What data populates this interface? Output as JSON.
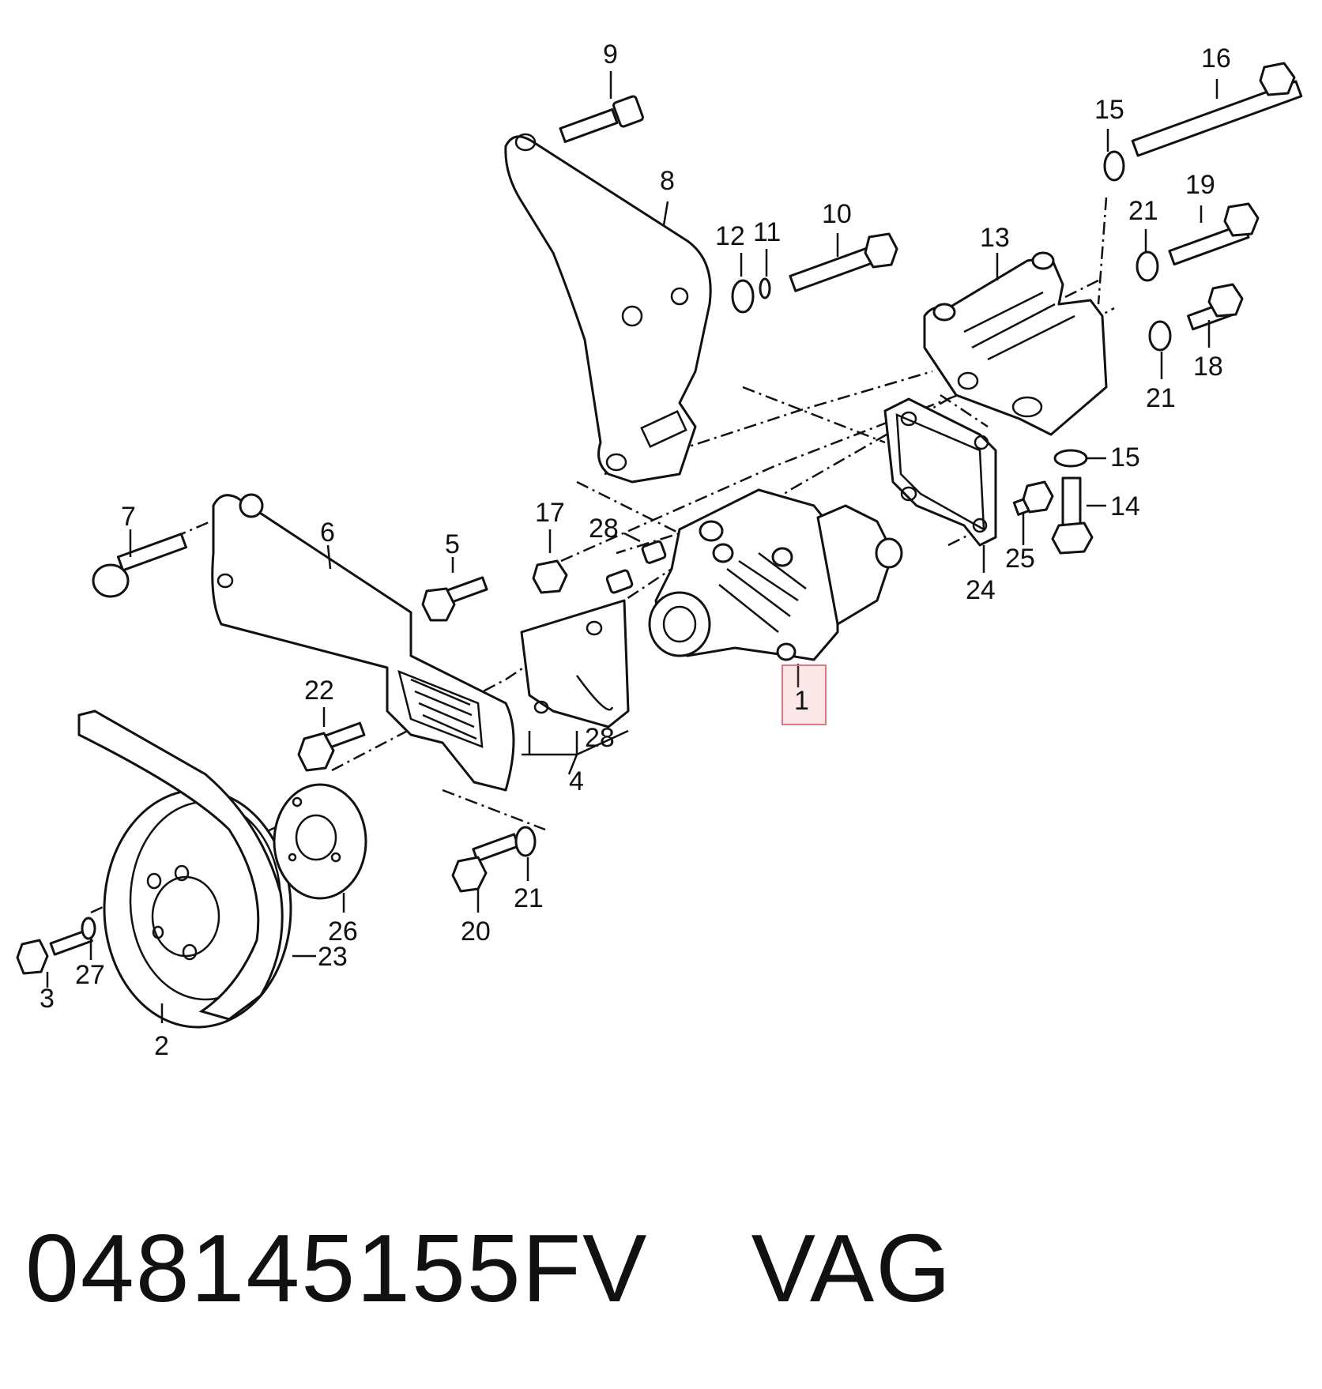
{
  "diagram": {
    "callouts": {
      "c1": "1",
      "c2": "2",
      "c3": "3",
      "c4": "4",
      "c5": "5",
      "c6": "6",
      "c7": "7",
      "c8": "8",
      "c9": "9",
      "c10": "10",
      "c11": "11",
      "c12": "12",
      "c13": "13",
      "c14": "14",
      "c15a": "15",
      "c15b": "15",
      "c16": "16",
      "c17": "17",
      "c18": "18",
      "c19": "19",
      "c20": "20",
      "c21a": "21",
      "c21b": "21",
      "c21c": "21",
      "c22": "22",
      "c23": "23",
      "c24": "24",
      "c25": "25",
      "c26": "26",
      "c27": "27",
      "c28a": "28",
      "c28b": "28"
    },
    "highlighted_part": "1",
    "highlight_color": "#e07880"
  },
  "footer": {
    "part_number": "048145155FV",
    "brand": "VAG"
  }
}
